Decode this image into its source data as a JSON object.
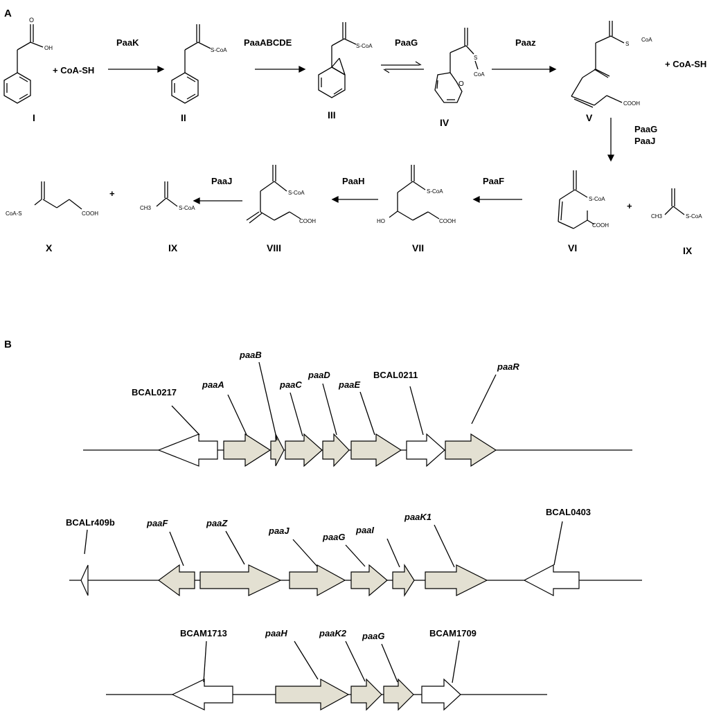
{
  "panels": {
    "a": "A",
    "b": "B"
  },
  "pathway": {
    "compounds": [
      {
        "label": "I",
        "groups": [
          "OH"
        ]
      },
      {
        "label": "II",
        "groups": [
          "S-CoA"
        ]
      },
      {
        "label": "III",
        "groups": [
          "S-CoA"
        ]
      },
      {
        "label": "IV",
        "groups": [
          "S",
          "CoA",
          "O"
        ]
      },
      {
        "label": "V",
        "groups": [
          "S",
          "CoA",
          "COOH"
        ]
      },
      {
        "label": "VI",
        "groups": [
          "S-CoA",
          "COOH"
        ]
      },
      {
        "label": "IX",
        "groups": [
          "CH3",
          "S-CoA"
        ]
      },
      {
        "label": "VII",
        "groups": [
          "HO",
          "S-CoA",
          "COOH"
        ]
      },
      {
        "label": "VIII",
        "groups": [
          "S-CoA",
          "COOH"
        ]
      },
      {
        "label": "IX",
        "groups": [
          "CH3",
          "S-CoA"
        ]
      },
      {
        "label": "X",
        "groups": [
          "CoA-S",
          "COOH"
        ]
      }
    ],
    "cofactors": {
      "coa_in": "+ CoA-SH",
      "coa_out": "+ CoA-SH",
      "plus": "+"
    },
    "enzymes": {
      "paak": "PaaK",
      "paaabcde": "PaaABCDE",
      "paag_top": "PaaG",
      "paaz": "Paaz",
      "paag_right": "PaaG",
      "paaj_right": "PaaJ",
      "paaf": "PaaF",
      "paah": "PaaH",
      "paaj_left": "PaaJ"
    }
  },
  "operons": [
    {
      "genes": [
        {
          "label": "BCAL0217",
          "italic": false,
          "type": "flank",
          "strand": "-"
        },
        {
          "label": "paaA",
          "italic": true,
          "type": "paa",
          "strand": "+"
        },
        {
          "label": "paaB",
          "italic": true,
          "type": "paa",
          "strand": "+"
        },
        {
          "label": "paaC",
          "italic": true,
          "type": "paa",
          "strand": "+"
        },
        {
          "label": "paaD",
          "italic": true,
          "type": "paa",
          "strand": "+"
        },
        {
          "label": "paaE",
          "italic": true,
          "type": "paa",
          "strand": "+"
        },
        {
          "label": "BCAL0211",
          "italic": false,
          "type": "flank",
          "strand": "+"
        },
        {
          "label": "paaR",
          "italic": true,
          "type": "paa",
          "strand": "+"
        }
      ]
    },
    {
      "genes": [
        {
          "label": "BCALr409b",
          "italic": false,
          "type": "flank",
          "strand": "-"
        },
        {
          "label": "paaF",
          "italic": true,
          "type": "paa",
          "strand": "-"
        },
        {
          "label": "paaZ",
          "italic": true,
          "type": "paa",
          "strand": "+"
        },
        {
          "label": "paaJ",
          "italic": true,
          "type": "paa",
          "strand": "+"
        },
        {
          "label": "paaG",
          "italic": true,
          "type": "paa",
          "strand": "+"
        },
        {
          "label": "paaI",
          "italic": true,
          "type": "paa",
          "strand": "+"
        },
        {
          "label": "paaK1",
          "italic": true,
          "type": "paa",
          "strand": "+"
        },
        {
          "label": "BCAL0403",
          "italic": false,
          "type": "flank",
          "strand": "-"
        }
      ]
    },
    {
      "genes": [
        {
          "label": "BCAM1713",
          "italic": false,
          "type": "flank",
          "strand": "-"
        },
        {
          "label": "paaH",
          "italic": true,
          "type": "paa",
          "strand": "+"
        },
        {
          "label": "paaK2",
          "italic": true,
          "type": "paa",
          "strand": "+"
        },
        {
          "label": "paaG",
          "italic": true,
          "type": "paa",
          "strand": "+"
        },
        {
          "label": "BCAM1709",
          "italic": false,
          "type": "flank",
          "strand": "+"
        }
      ]
    }
  ],
  "colors": {
    "paa_fill": "#e3e0d2",
    "flank_fill": "#ffffff",
    "stroke": "#000000"
  }
}
